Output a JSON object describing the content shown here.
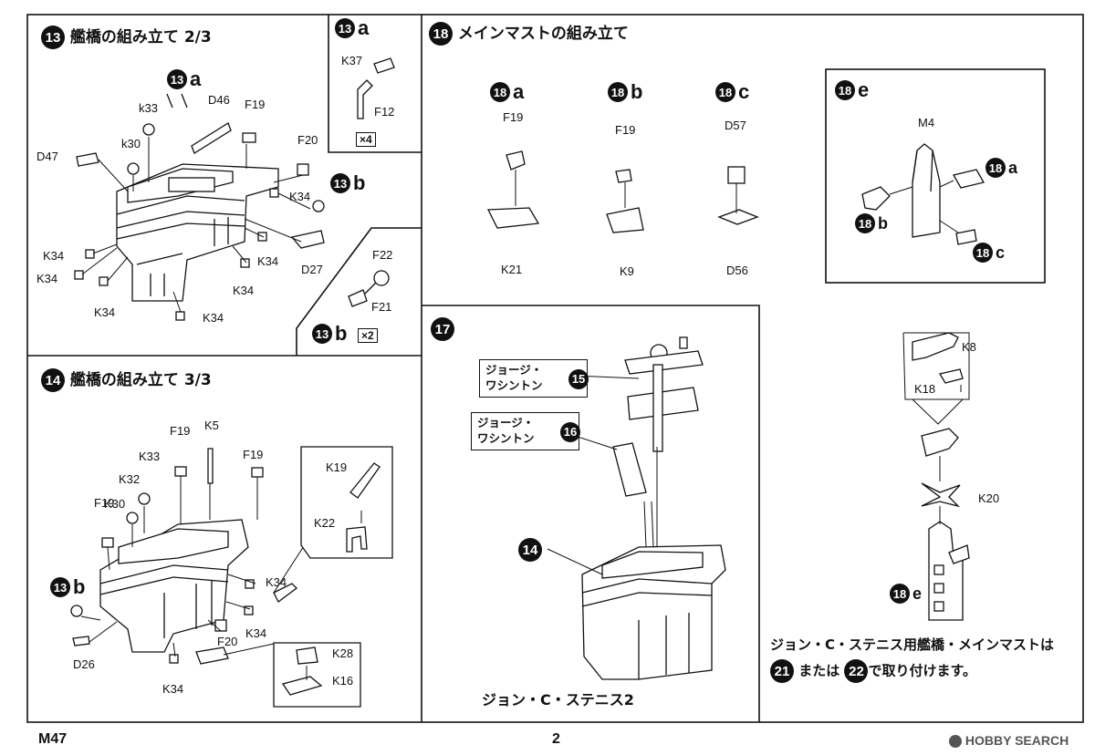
{
  "step13": {
    "num": "13",
    "title": "艦橋の組み立て 2/3"
  },
  "step13a": {
    "num": "13",
    "letter": "a",
    "k37": "K37",
    "f12": "F12",
    "mult": "×4"
  },
  "step13b": {
    "num": "13",
    "letter": "b",
    "f22": "F22",
    "f21": "F21",
    "mult": "×2"
  },
  "step13_labels": {
    "ref13a_num": "13",
    "ref13a_letter": "a",
    "ref13b_num": "13",
    "ref13b_letter": "b",
    "k33": "k33",
    "d46": "D46",
    "f19": "F19",
    "k30": "k30",
    "f20": "F20",
    "d47": "D47",
    "k34_a": "K34",
    "k34_b": "K34",
    "k34_c": "K34",
    "k34_d": "K34",
    "k34_e": "K34",
    "k34_f": "K34",
    "k34_g": "K34",
    "d27": "D27"
  },
  "step14": {
    "num": "14",
    "title": "艦橋の組み立て 3/3"
  },
  "step14_labels": {
    "f19_a": "F19",
    "k5": "K5",
    "k33": "K33",
    "f19_b": "F19",
    "k32": "K32",
    "k30": "K30",
    "f19_c": "F19",
    "k19": "K19",
    "k22": "K22",
    "ref13b_num": "13",
    "ref13b_letter": "b",
    "k34_a": "K34",
    "k34_b": "K34",
    "k34_c": "K34",
    "f20": "F20",
    "d26": "D26",
    "k28": "K28",
    "k16": "K16"
  },
  "step18": {
    "num": "18",
    "title": "メインマストの組み立て"
  },
  "step18a": {
    "num": "18",
    "letter": "a",
    "top": "F19",
    "bottom": "K21"
  },
  "step18b": {
    "num": "18",
    "letter": "b",
    "top": "F19",
    "bottom": "K9"
  },
  "step18c": {
    "num": "18",
    "letter": "c",
    "top": "D57",
    "bottom": "D56"
  },
  "step18e": {
    "num": "18",
    "letter": "e",
    "m4": "M4",
    "ra_num": "18",
    "ra_letter": "a",
    "rb_num": "18",
    "rb_letter": "b",
    "rc_num": "18",
    "rc_letter": "c"
  },
  "step17": {
    "num": "17",
    "callout1": {
      "line1": "ジョージ・",
      "line2": "ワシントン",
      "ref": "15"
    },
    "callout2": {
      "line1": "ジョージ・",
      "line2": "ワシントン",
      "ref": "16"
    },
    "ref14": "14",
    "caption": "ジョン・C・ステニス2"
  },
  "mast_right": {
    "k8": "K8",
    "k18": "K18",
    "k20": "K20",
    "ref_num": "18",
    "ref_letter": "e"
  },
  "note": {
    "line1": "ジョン・C・ステニス用艦橋・メインマストは",
    "ref1": "21",
    "mid": "または",
    "ref2": "22",
    "end": "で取り付けます。"
  },
  "footer": {
    "code": "M47",
    "page": "2",
    "watermark": "HOBBY SEARCH"
  }
}
